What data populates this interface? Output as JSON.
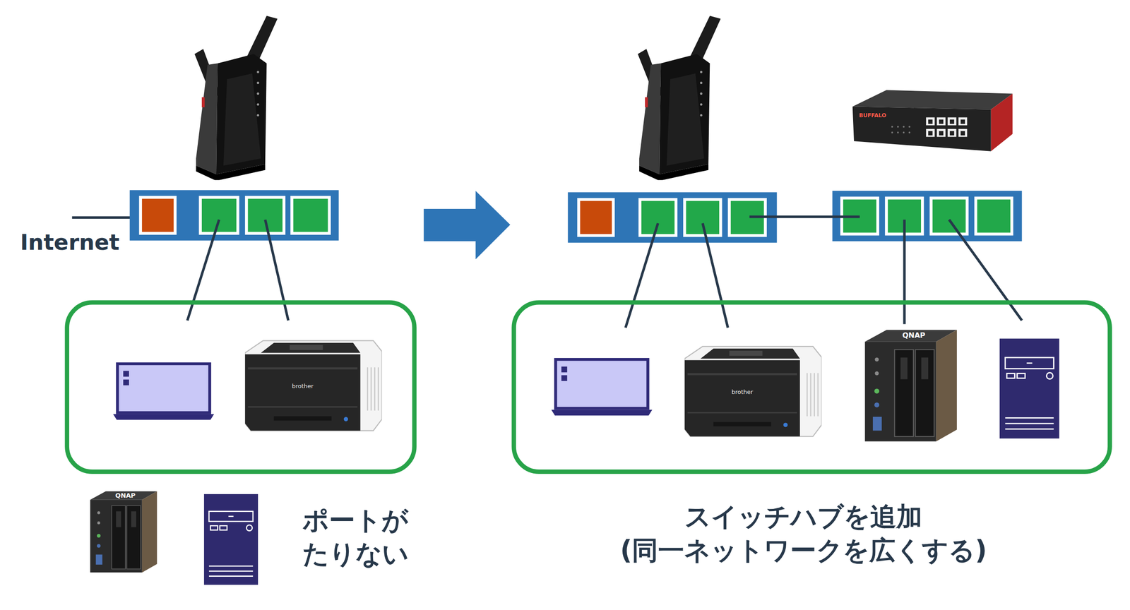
{
  "diagram": {
    "labels": [
      "Internet",
      "brother",
      "QNAP",
      "ポートが たりない",
      "BUFFALO",
      "brother",
      "QNAP",
      "スイッチハブを追加 (同一ネットワークを広くする)"
    ]
  }
}
